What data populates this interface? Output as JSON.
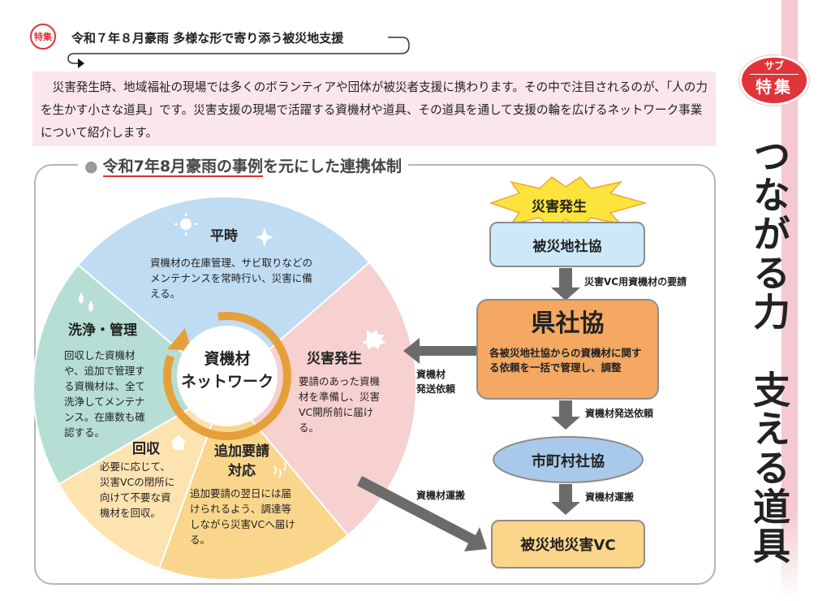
{
  "header": {
    "tag": "特集",
    "title": "令和７年８月豪雨 多様な形で寄り添う被災地支援"
  },
  "intro": "災害発生時、地域福祉の現場では多くのボランティアや団体が被災者支援に携わります。その中で注目されるのが、「人の力を生かす小さな道具」です。災害支援の現場で活躍する資機材や道具、その道具を通して支援の輪を広げるネットワーク事業について紹介します。",
  "section": {
    "title_underlined": "令和7年8月豪雨の事例",
    "title_rest": "を元にした連携体制"
  },
  "cycle": {
    "center": [
      "資機材",
      "ネットワーク"
    ],
    "segments": [
      {
        "title": "平時",
        "text": "資機材の在庫管理、サビ取りなどのメンテナンスを常時行い、災害に備える。",
        "color": "#bfdcf2"
      },
      {
        "title": "災害発生",
        "text": "要請のあった資機材を準備し、災害VC開所前に届ける。",
        "color": "#f7d0d0"
      },
      {
        "title": "追加要請対応",
        "text": "追加要請の翌日には届けられるよう、調達等しながら災害VCへ届ける。",
        "color": "#fad68c"
      },
      {
        "title": "回収",
        "text": "必要に応じて、災害VCの閉所に向けて不要な資機材を回収。",
        "color": "#fde3b0"
      },
      {
        "title": "洗浄・管理",
        "text": "回収した資機材や、追加で管理する資機材は、全て洗浄してメンテナンス。在庫数も確認する。",
        "color": "#b6ded4"
      }
    ],
    "ring_color": "#e5a03a"
  },
  "flow": {
    "burst": "災害発生",
    "affected_council": "被災地社協",
    "arrow1": "災害VC用資機材の要請",
    "pref_council": "県社協",
    "pref_desc": "各被災地社協からの資機材に関する依頼を一括で管理し、調整",
    "left_arrow": [
      "資機材",
      "発送依頼"
    ],
    "arrow2": "資機材発送依頼",
    "municipal": "市町村社協",
    "arrow3": "資機材運搬",
    "diag_arrow": "資機材運搬",
    "vc": "被災地災害VC"
  },
  "side": {
    "sub": "サブ",
    "tag": "特集",
    "title": "つながる力　支える道具"
  }
}
